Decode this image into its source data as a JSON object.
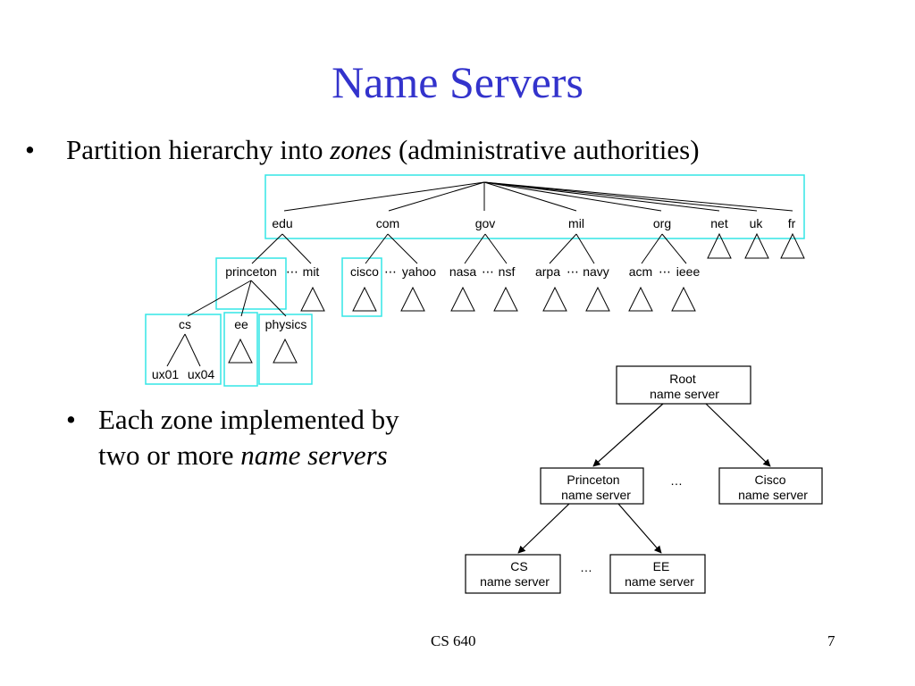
{
  "slide": {
    "title": "Name Servers",
    "bullet1": {
      "marker": "•",
      "text_before": "Partition hierarchy into ",
      "text_italic": "zones",
      "text_after": " (administrative authorities)"
    },
    "bullet2": {
      "marker": "•",
      "line1": "Each zone implemented by",
      "line2_before": "two or more ",
      "line2_italic": "name servers"
    },
    "footer_left": "CS 640",
    "footer_right": "7"
  },
  "colors": {
    "title": "#3333cc",
    "zone_box": "#33e6e6",
    "text": "#000000"
  },
  "hierarchy": {
    "top_level": [
      "edu",
      "com",
      "gov",
      "mil",
      "org",
      "net",
      "uk",
      "fr"
    ],
    "second_level": {
      "edu_a": "princeton",
      "edu_b": "mit",
      "com_a": "cisco",
      "com_b": "yahoo",
      "gov_a": "nasa",
      "gov_b": "nsf",
      "mil_a": "arpa",
      "mil_b": "navy",
      "org_a": "acm",
      "org_b": "ieee"
    },
    "princeton_children": [
      "cs",
      "ee",
      "physics"
    ],
    "cs_children": [
      "ux01",
      "ux04"
    ],
    "ellipsis": "⋯"
  },
  "server_tree": {
    "root": [
      "Root",
      "name server"
    ],
    "princeton": [
      "Princeton",
      "name server"
    ],
    "cisco": [
      "Cisco",
      "name server"
    ],
    "cs": [
      "CS",
      "name server"
    ],
    "ee": [
      "EE",
      "name server"
    ],
    "ellipsis": "…"
  }
}
